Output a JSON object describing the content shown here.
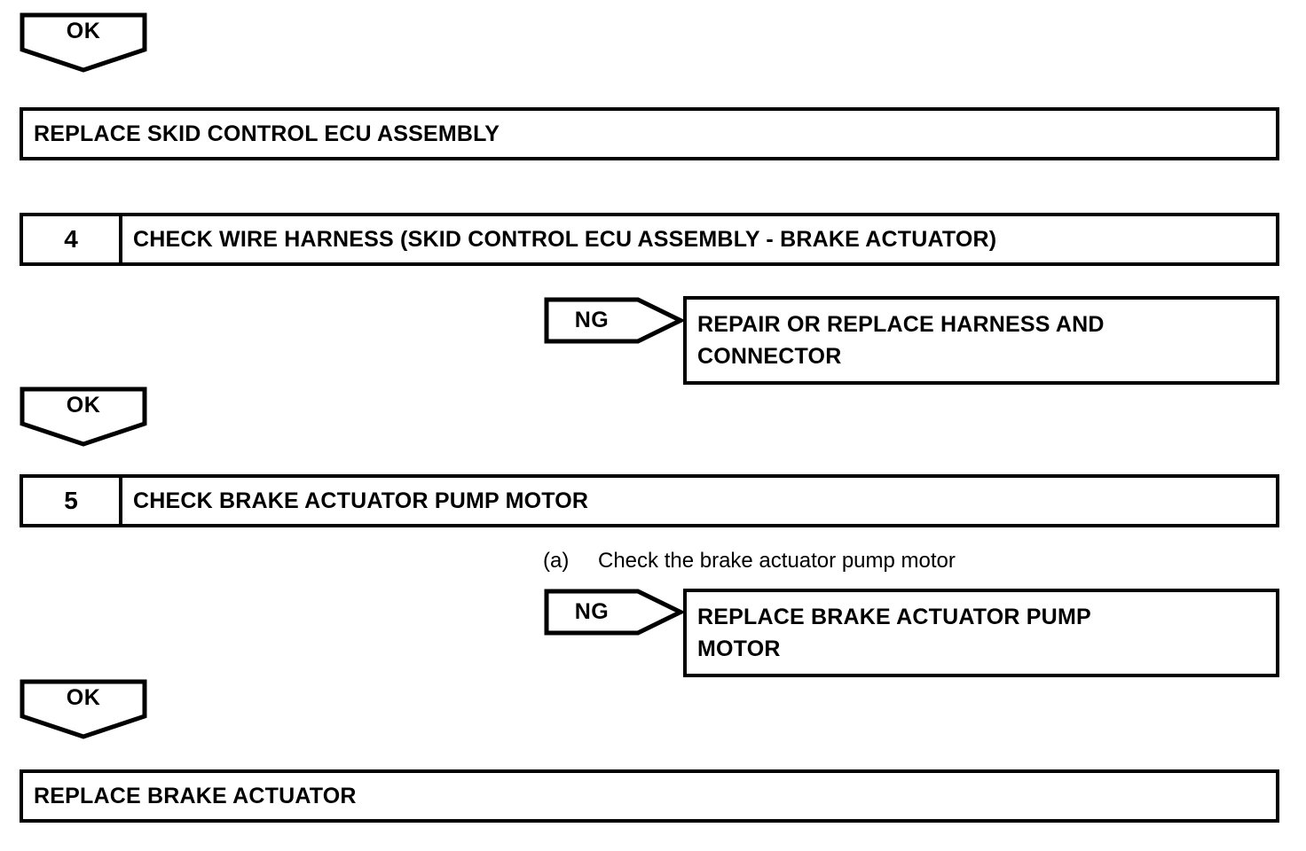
{
  "document": {
    "type": "diagnostic-flowchart",
    "ink_color": "#000000",
    "background_color": "#ffffff"
  },
  "nodes": {
    "ok_1": {
      "label": "OK"
    },
    "result_replace_skid_ecu": {
      "text": "REPLACE SKID CONTROL ECU ASSEMBLY"
    },
    "step_4": {
      "number": "4",
      "title": "CHECK WIRE HARNESS (SKID CONTROL ECU ASSEMBLY - BRAKE ACTUATOR)"
    },
    "ng_1": {
      "label": "NG"
    },
    "result_repair_harness": {
      "text": "REPAIR OR REPLACE HARNESS AND\nCONNECTOR"
    },
    "ok_2": {
      "label": "OK"
    },
    "step_5": {
      "number": "5",
      "title": "CHECK BRAKE ACTUATOR PUMP MOTOR"
    },
    "sub_step_a": {
      "marker": "(a)",
      "text": "Check the brake actuator pump motor"
    },
    "ng_2": {
      "label": "NG"
    },
    "result_replace_pump_motor": {
      "text": "REPLACE BRAKE ACTUATOR PUMP\nMOTOR"
    },
    "ok_3": {
      "label": "OK"
    },
    "result_replace_brake_actuator": {
      "text": "REPLACE BRAKE ACTUATOR"
    }
  }
}
